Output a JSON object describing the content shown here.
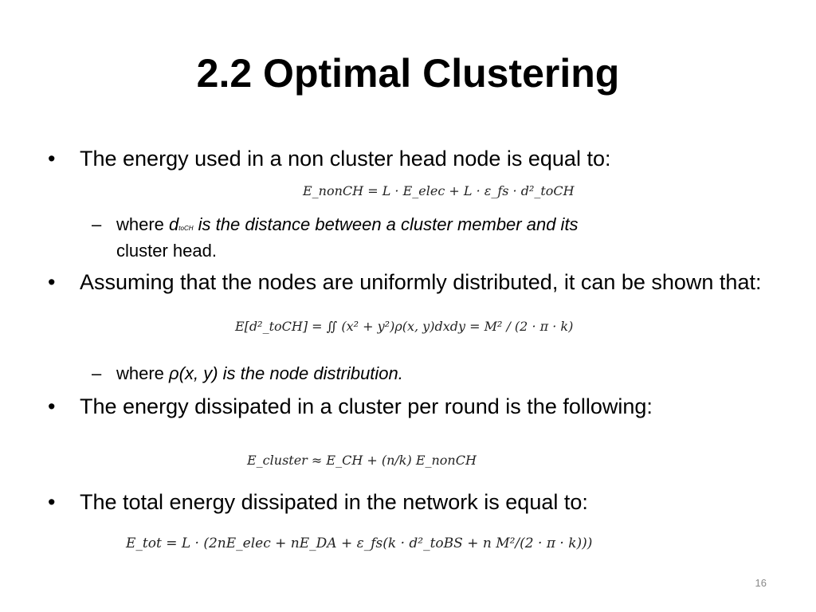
{
  "title": "2.2 Optimal Clustering",
  "bullets": [
    "The energy used in a non cluster head node is equal to:",
    " Assuming that the nodes are uniformly distributed, it can be shown that:",
    "The energy dissipated in a cluster per round is the following:",
    "The total energy dissipated in the network is equal to:"
  ],
  "sub1": {
    "prefix": "where ",
    "d": "d",
    "d_sub": "toCH",
    "italic": " is the distance between a cluster member and its",
    "rest": "cluster head."
  },
  "sub2": {
    "prefix": "where ",
    "italic": "ρ(x, y) is the node distribution."
  },
  "formulas": {
    "f1": "E_nonCH = L · E_elec + L · ε_fs · d²_toCH",
    "f2": "E[d²_toCH] = ∬ (x² + y²)ρ(x, y)dxdy = M² / (2 · π · k)",
    "f3": "E_cluster ≈ E_CH + (n/k) E_nonCH",
    "f4": "E_tot = L · (2nE_elec + nE_DA + ε_fs(k · d²_toBS + n M²/(2 · π · k)))"
  },
  "slide_number": "16",
  "colors": {
    "text": "#000000",
    "background": "#ffffff",
    "slide_number": "#888888"
  }
}
